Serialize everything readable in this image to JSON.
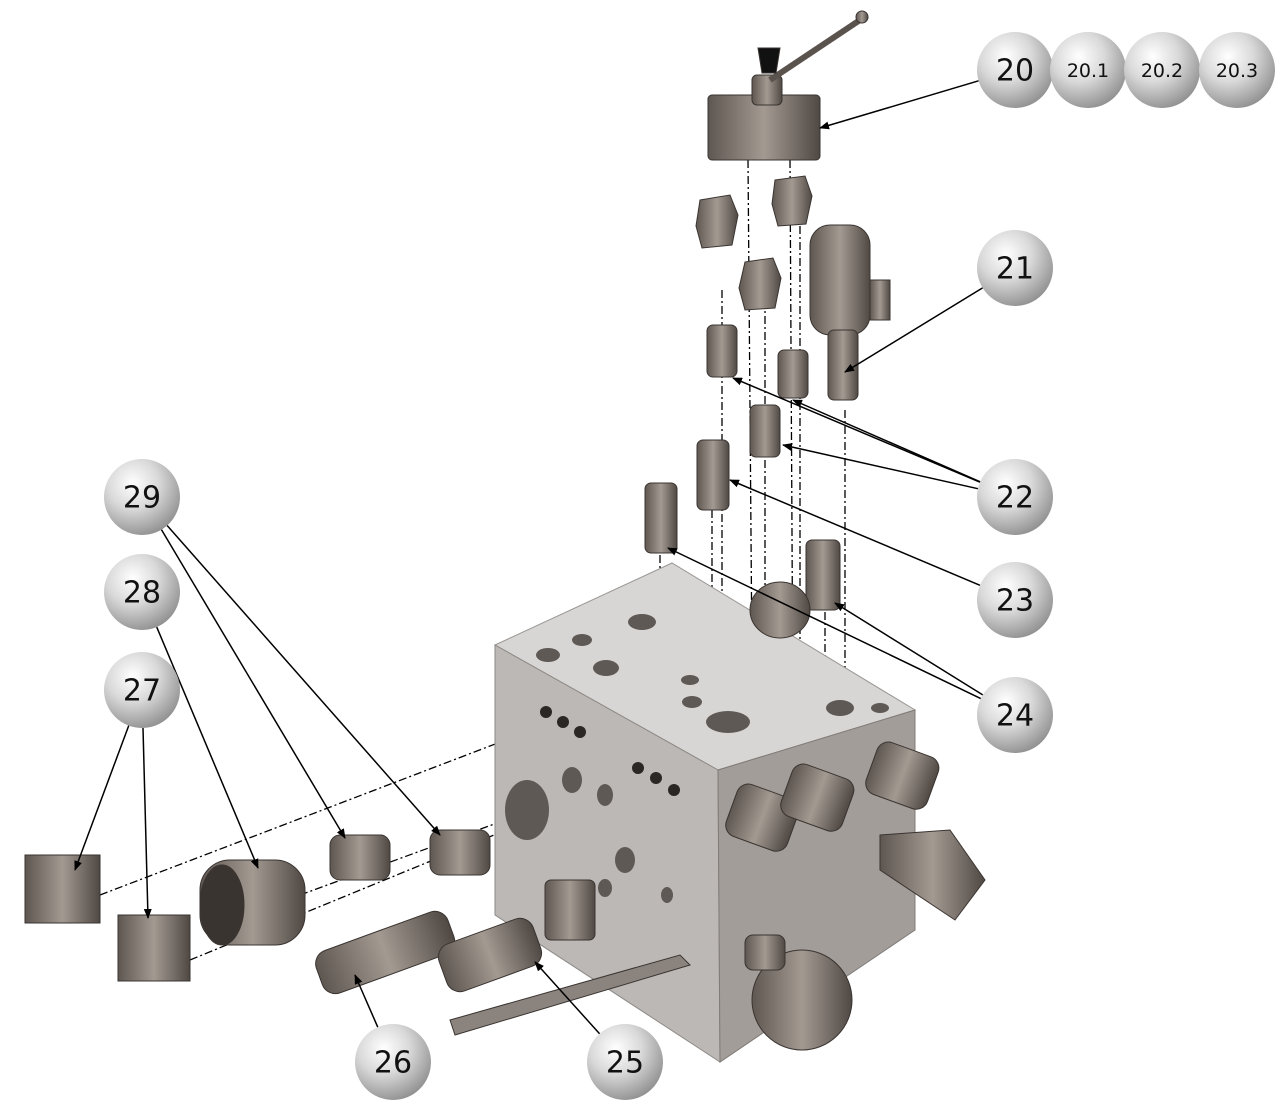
{
  "diagram": {
    "title": "Exploded view of hydraulic manifold assembly",
    "balloons": [
      {
        "id": "b20",
        "label": "20"
      },
      {
        "id": "b20-1",
        "label": "20.1"
      },
      {
        "id": "b20-2",
        "label": "20.2"
      },
      {
        "id": "b20-3",
        "label": "20.3"
      },
      {
        "id": "b21",
        "label": "21"
      },
      {
        "id": "b22",
        "label": "22"
      },
      {
        "id": "b23",
        "label": "23"
      },
      {
        "id": "b24",
        "label": "24"
      },
      {
        "id": "b29",
        "label": "29"
      },
      {
        "id": "b28",
        "label": "28"
      },
      {
        "id": "b27",
        "label": "27"
      },
      {
        "id": "b26",
        "label": "26"
      },
      {
        "id": "b25",
        "label": "25"
      }
    ]
  }
}
